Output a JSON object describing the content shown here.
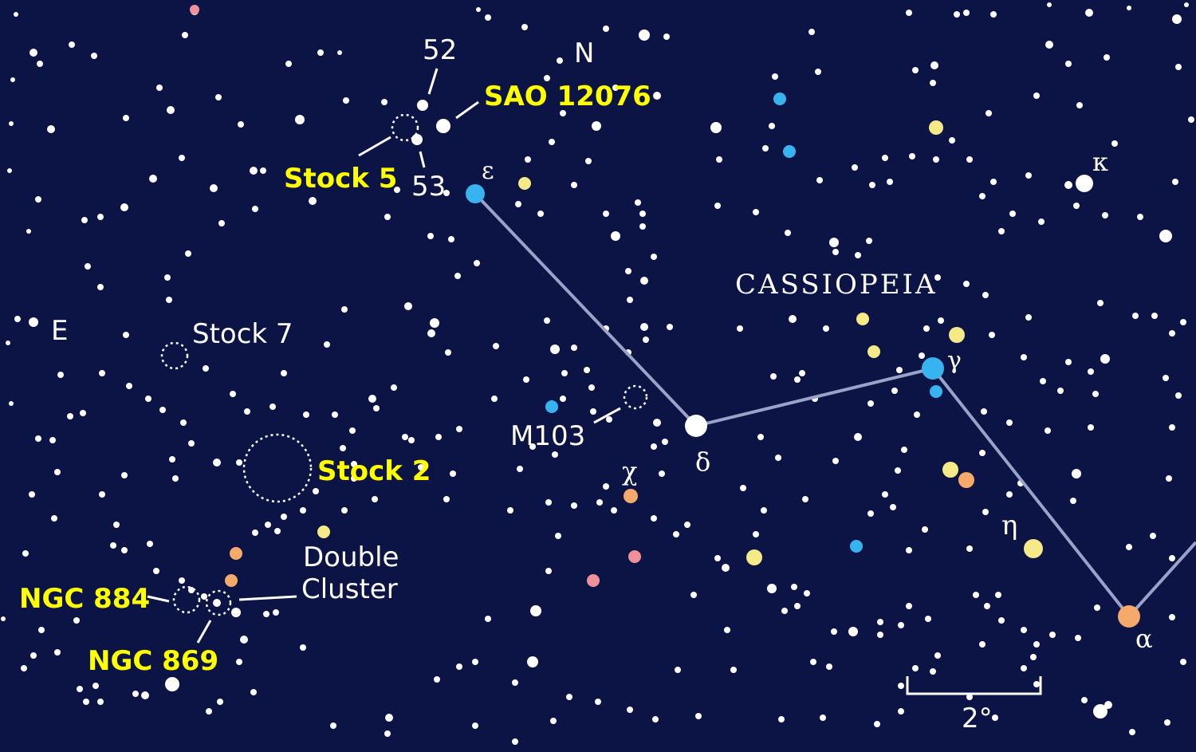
{
  "map": {
    "colors": {
      "sky": "#0b1445",
      "star_white": "#ffffff",
      "star_blue": "#37b4f0",
      "star_yellow": "#f5ea87",
      "star_orange": "#f5a96a",
      "star_pink": "#f0909a",
      "asterism_line": "#9aa3c7",
      "label_yellow": "#ffff00",
      "label_white": "#ffffff"
    },
    "constellation": "CASSIOPEIA",
    "directions": {
      "north": "N",
      "east": "E"
    },
    "scale_label": "2°",
    "labels": {
      "star_52": "52",
      "star_53": "53",
      "sao": "SAO 12076",
      "stock5": "Stock 5",
      "stock7": "Stock 7",
      "stock2": "Stock 2",
      "m103": "M103",
      "double_cluster_1": "Double",
      "double_cluster_2": "Cluster",
      "ngc884": "NGC 884",
      "ngc869": "NGC 869"
    },
    "greek": {
      "epsilon": "ε",
      "delta": "δ",
      "gamma": "γ",
      "eta": "η",
      "alpha": "α",
      "kappa": "κ",
      "chi": "χ"
    }
  }
}
